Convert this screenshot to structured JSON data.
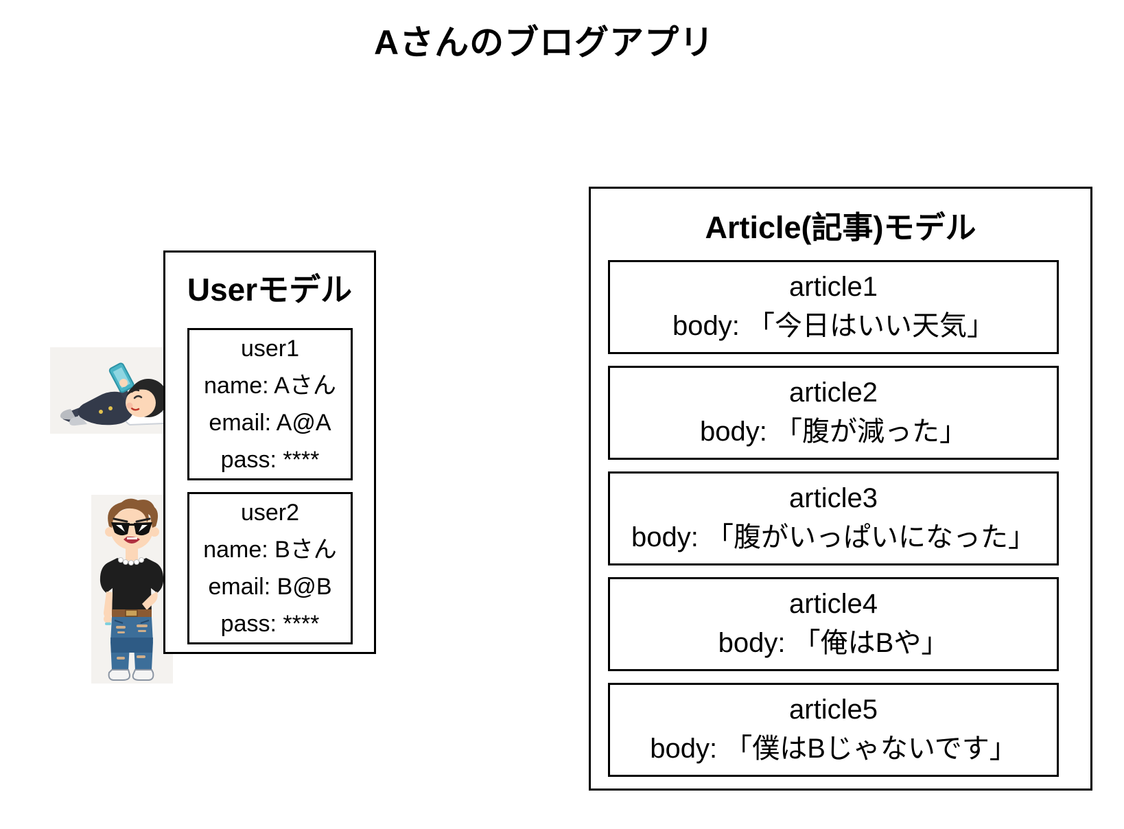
{
  "diagram_title": "Aさんのブログアプリ",
  "user_model": {
    "title": "Userモデル",
    "records": [
      {
        "name": "user1",
        "fields": [
          "name: Aさん",
          "email: A@A",
          "pass: ****"
        ]
      },
      {
        "name": "user2",
        "fields": [
          "name: Bさん",
          "email: B@B",
          "pass: ****"
        ]
      }
    ]
  },
  "article_model": {
    "title": "Article(記事)モデル",
    "records": [
      {
        "name": "article1",
        "body": "body: 「今日はいい天気」"
      },
      {
        "name": "article2",
        "body": "body: 「腹が減った」"
      },
      {
        "name": "article3",
        "body": "body: 「腹がいっぱいになった」"
      },
      {
        "name": "article4",
        "body": "body: 「俺はBや」"
      },
      {
        "name": "article5",
        "body": "body: 「僕はBじゃないです」"
      }
    ]
  },
  "illustrations": [
    {
      "name": "user-a-lying-with-smartphone"
    },
    {
      "name": "user-b-standing-with-sunglasses"
    }
  ],
  "colors": {
    "text": "#000000",
    "box_border": "#000000",
    "page_background": "#ffffff",
    "illustration_background": "#f4f2ef",
    "phone_teal": "#49b4c6",
    "uniform_navy": "#333a4a",
    "jeans_blue": "#3c6e99",
    "hair_brown": "#8a5a33",
    "skin": "#fcd7b8"
  }
}
